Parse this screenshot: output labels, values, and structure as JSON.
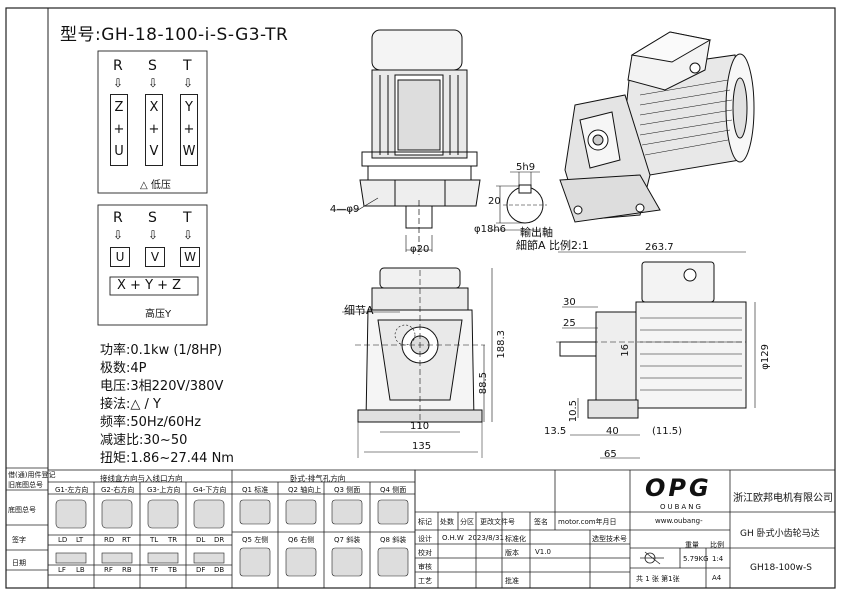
{
  "model": "型号:GH-18-100-i-S-G3-TR",
  "wiring_low": {
    "terminals": [
      "R",
      "S",
      "T"
    ],
    "arrow": "⇩",
    "columns": [
      [
        "Z",
        "+",
        "U"
      ],
      [
        "X",
        "+",
        "V"
      ],
      [
        "Y",
        "+",
        "W"
      ]
    ],
    "caption": "△ 低压"
  },
  "wiring_high": {
    "terminals": [
      "R",
      "S",
      "T"
    ],
    "arrow": "⇩",
    "boxes": [
      "U",
      "V",
      "W"
    ],
    "star": "X + Y + Z",
    "caption": "高压Y"
  },
  "specs": [
    "功率:0.1kw (1/8HP)",
    "极数:4P",
    "电压:3相220V/380V",
    "接法:△ / Y",
    "频率:50Hz/60Hz",
    "减速比:30~50",
    "扭矩:1.86~27.44 Nm"
  ],
  "dims": {
    "holes": "4—φ9",
    "shaft_dia": "φ20",
    "key_width": "5h9",
    "key_height": "20",
    "shaft_fit": "φ18h6",
    "output_shaft": "輸出軸",
    "detail_note": "細節A 比例2:1",
    "detail_a": "细节A",
    "height_188": "188.3",
    "height_88": "88.5",
    "width_110": "110",
    "width_135": "135",
    "length_263": "263.7",
    "d30": "30",
    "d25": "25",
    "d16": "16",
    "d129": "φ129",
    "d10": "10.5",
    "d13": "13.5",
    "d40": "40",
    "d115": "(11.5)",
    "d65": "65"
  },
  "install": {
    "left_title": "接线盒方向与入线口方向",
    "right_title": "卧式-排气孔方向",
    "left_heads": [
      "G1-左方向",
      "G2-右方向",
      "G3-上方向",
      "G4-下方向"
    ],
    "left_codes": [
      "LD",
      "LT",
      "RD",
      "RT",
      "TL",
      "TR",
      "DL",
      "DR"
    ],
    "left_codes2": [
      "LF",
      "LB",
      "RF",
      "RB",
      "TF",
      "TB",
      "DF",
      "DB"
    ],
    "right_heads": [
      "Q1 标准",
      "Q2 轴向上",
      "Q3 侧面",
      "Q4 侧面"
    ],
    "right_foot": [
      "Q5 左侧",
      "Q6 右侧",
      "Q7 斜装",
      "Q8 斜装"
    ]
  },
  "side_labels": [
    "借(通)用件登记",
    "旧底图总号",
    "底图总号",
    "签字",
    "日期"
  ],
  "title_block": {
    "logo": "OPG",
    "logo_sub": "OUBANG",
    "website": "www.oubang-",
    "company": "浙江欧邦电机有限公司",
    "product": "GH 卧式小齿轮马达",
    "drawing_no": "GH18-100w-S",
    "motor_url": "motor.com年月日",
    "select_code": "选型技术号",
    "headers": [
      "标记",
      "处数",
      "分区",
      "更改文件号",
      "签名"
    ],
    "rows": [
      [
        "设计",
        "O.H.W",
        "2023/8/31",
        "标准化"
      ],
      [
        "校对",
        "",
        "",
        "版本",
        "V1.0"
      ],
      [
        "审核",
        "",
        "",
        ""
      ],
      [
        "工艺",
        "",
        "",
        "批准"
      ]
    ],
    "weight_label": "重量",
    "scale_label": "比例",
    "weight": "5.79KG",
    "scale": "1:4",
    "sheets": "共 1 张 第1张",
    "size": "A4"
  }
}
